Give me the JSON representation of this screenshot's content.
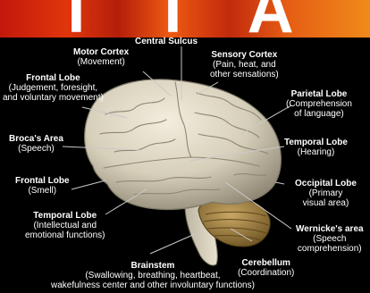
{
  "banner": {
    "text": "T T A",
    "colors": [
      "#c2180c",
      "#ee5a12",
      "#f08a1a"
    ]
  },
  "colors": {
    "background": "#000000",
    "brain": "#d8d2bf",
    "cerebellum": "#a98746",
    "text": "#ffffff",
    "leader": "#c9c9c9"
  },
  "labels": {
    "central_sulcus": {
      "title": "Central Sulcus"
    },
    "motor_cortex": {
      "title": "Motor Cortex",
      "desc": [
        "(Movement)"
      ]
    },
    "sensory_cortex": {
      "title": "Sensory Cortex",
      "desc": [
        "(Pain, heat, and",
        "other sensations)"
      ]
    },
    "frontal_lobe_upper": {
      "title": "Frontal Lobe",
      "desc": [
        "(Judgement, foresight,",
        "and voluntary movement)"
      ]
    },
    "parietal_lobe": {
      "title": "Parietal Lobe",
      "desc": [
        "(Comprehension",
        "of language)"
      ]
    },
    "brocas_area": {
      "title": "Broca's Area",
      "desc": [
        "(Speech)"
      ]
    },
    "temporal_lobe_right": {
      "title": "Temporal Lobe",
      "desc": [
        "(Hearing)"
      ]
    },
    "frontal_lobe_lower": {
      "title": "Frontal Lobe",
      "desc": [
        "(Smell)"
      ]
    },
    "occipital_lobe": {
      "title": "Occipital Lobe",
      "desc": [
        "(Primary",
        "visual area)"
      ]
    },
    "temporal_lobe_left": {
      "title": "Temporal Lobe",
      "desc": [
        "(Intellectual and",
        "emotional functions)"
      ]
    },
    "wernickes_area": {
      "title": "Wernicke's area",
      "desc": [
        "(Speech",
        "comprehension)"
      ]
    },
    "cerebellum": {
      "title": "Cerebellum",
      "desc": [
        "(Coordination)"
      ]
    },
    "brainstem": {
      "title": "Brainstem",
      "desc": [
        "(Swallowing, breathing, heartbeat,",
        "wakefulness center and other involuntary functions)"
      ]
    }
  }
}
